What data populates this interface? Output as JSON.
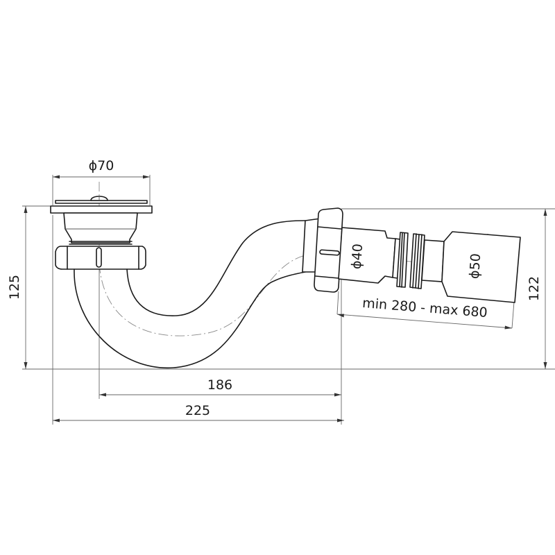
{
  "drawing": {
    "title": "Drain trap with flexible outlet - dimensioned technical drawing",
    "line_color": "#1a1a1a",
    "background": "#ffffff"
  },
  "dimensions": {
    "strainer_diameter": "ϕ70",
    "inlet_diameter": "ϕ40",
    "outlet_diameter": "ϕ50",
    "flex_length": "min 280 - max 680",
    "height_left": "125",
    "height_right": "122",
    "horizontal_inner": "186",
    "horizontal_overall": "225"
  },
  "parts": [
    {
      "name": "strainer-plate"
    },
    {
      "name": "waste-body"
    },
    {
      "name": "union-nut-inlet"
    },
    {
      "name": "s-bend-pipe"
    },
    {
      "name": "union-nut-outlet"
    },
    {
      "name": "flexible-hose"
    },
    {
      "name": "outlet-spigot"
    }
  ]
}
